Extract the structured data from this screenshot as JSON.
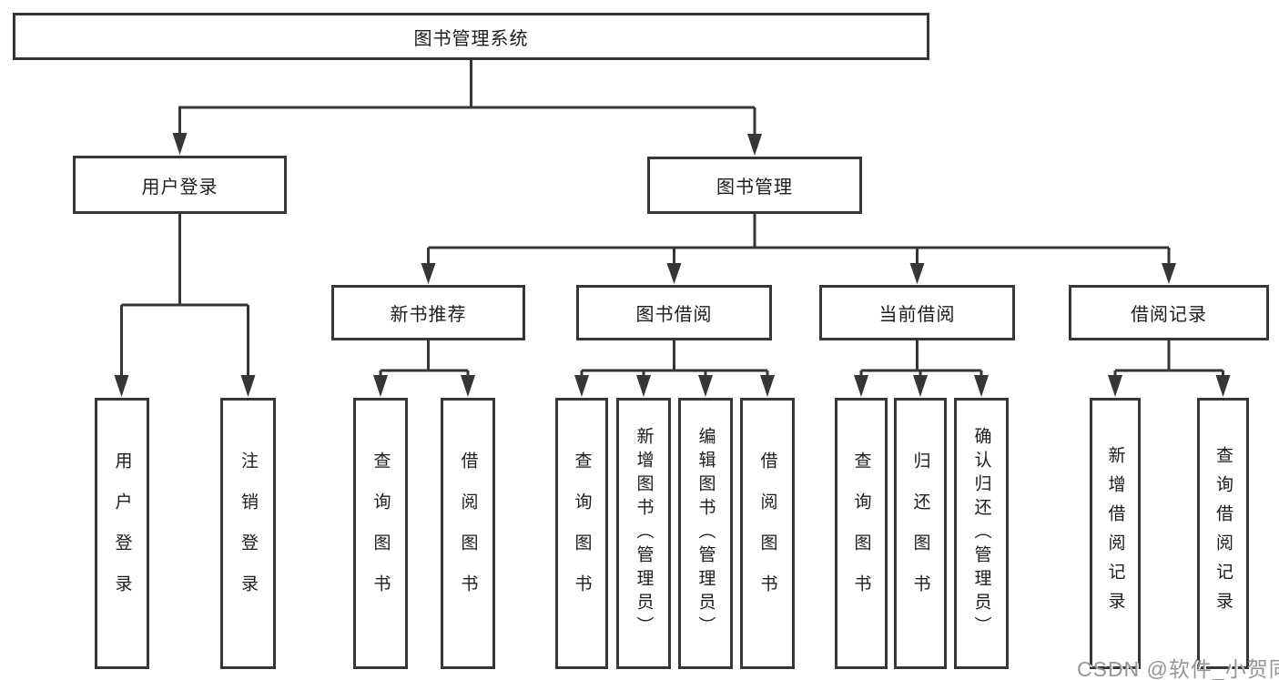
{
  "diagram": {
    "root": {
      "label": "图书管理系统"
    },
    "branches": [
      {
        "label": "用户登录",
        "children": [
          {
            "label": "用户登录"
          },
          {
            "label": "注销登录"
          }
        ]
      },
      {
        "label": "图书管理",
        "children": [
          {
            "label": "新书推荐",
            "children": [
              {
                "label": "查询图书"
              },
              {
                "label": "借阅图书"
              }
            ]
          },
          {
            "label": "图书借阅",
            "children": [
              {
                "label": "查询图书"
              },
              {
                "label": "新增图书（管理员）"
              },
              {
                "label": "编辑图书（管理员）"
              },
              {
                "label": "借阅图书"
              }
            ]
          },
          {
            "label": "当前借阅",
            "children": [
              {
                "label": "查询图书"
              },
              {
                "label": "归还图书"
              },
              {
                "label": "确认归还（管理员）"
              }
            ]
          },
          {
            "label": "借阅记录",
            "children": [
              {
                "label": "新增借阅记录"
              },
              {
                "label": "查询借阅记录"
              }
            ]
          }
        ]
      }
    ]
  },
  "watermark": {
    "text": "CSDN @软件_小贺同学"
  },
  "colors": {
    "line": "#363636",
    "box_border": "#363636",
    "background": "#ffffff",
    "text": "#1c1c1c",
    "watermark": "#969696"
  }
}
